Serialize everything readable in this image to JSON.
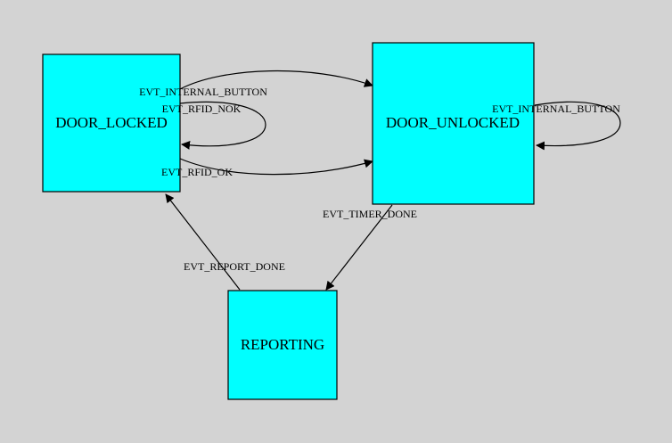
{
  "colors": {
    "background": "#d3d3d3",
    "node_fill": "#00ffff",
    "stroke": "#000000"
  },
  "states": {
    "door_locked": "DOOR_LOCKED",
    "door_unlocked": "DOOR_UNLOCKED",
    "reporting": "REPORTING"
  },
  "transitions": {
    "locked_to_unlocked_button": "EVT_INTERNAL_BUTTON",
    "locked_self_rfid_nok": "EVT_RFID_NOK",
    "locked_to_unlocked_rfid_ok": "EVT_RFID_OK",
    "unlocked_self_button": "EVT_INTERNAL_BUTTON",
    "unlocked_to_reporting_timer": "EVT_TIMER_DONE",
    "reporting_to_locked_done": "EVT_REPORT_DONE"
  }
}
